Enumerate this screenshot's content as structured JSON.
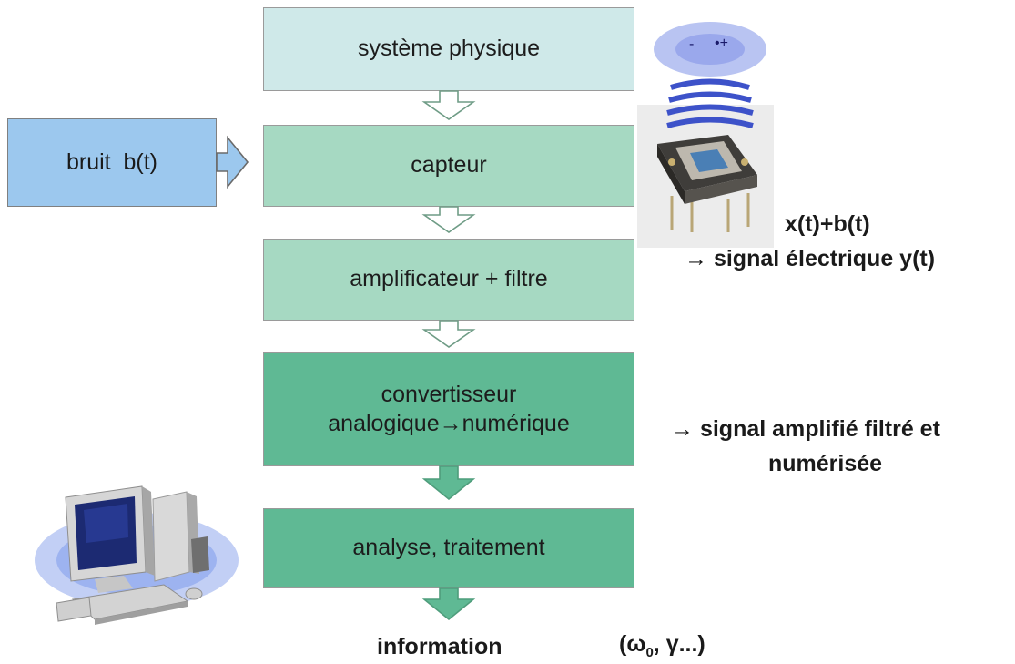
{
  "boxes": {
    "systeme": "système physique",
    "capteur": "capteur",
    "ampli": "amplificateur + filtre",
    "convert_line1": "convertisseur",
    "convert_line2": "analogique→numérique",
    "analyse": "analyse, traitement"
  },
  "noise": {
    "label": "bruit  b(t)"
  },
  "annotations": {
    "sum": "x(t)+b(t)",
    "electric_signal": "→ signal électrique y(t)",
    "amplified_line1": "→ signal amplifié filtré et",
    "amplified_line2": "numérisée",
    "information": "information",
    "parameters_open": "(ω",
    "parameters_sub": "0",
    "parameters_close": ", γ...)"
  },
  "sensor_charges": {
    "minus": "-",
    "plus": "•+"
  },
  "colors": {
    "box_light": "#cfe9e9",
    "box_mid": "#a6d9c2",
    "box_dark": "#5fb994",
    "noise_box": "#9cc8ee",
    "arrow_outline": "#6f9c86"
  },
  "icons": [
    "sensor-photo-icon",
    "computer-icon"
  ]
}
